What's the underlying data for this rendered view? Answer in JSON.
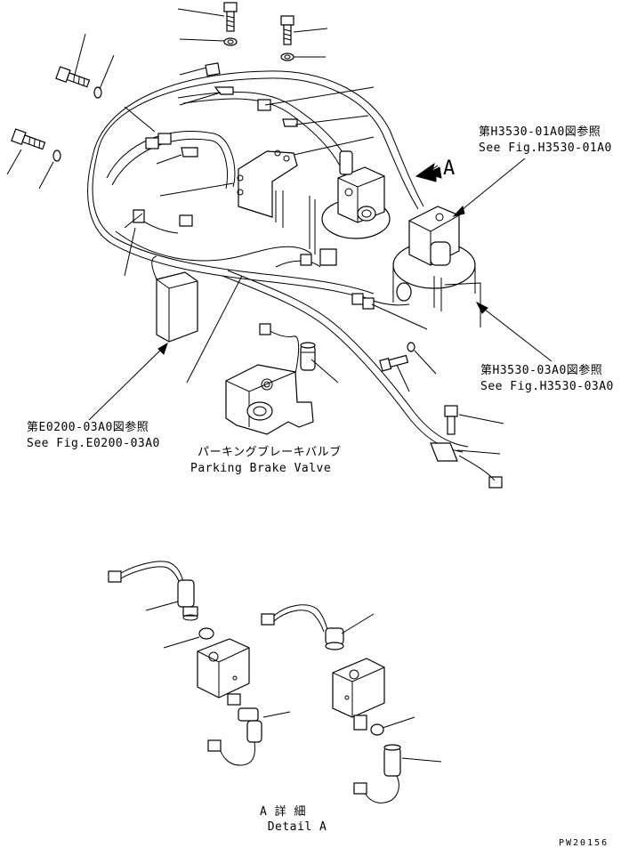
{
  "callouts": {
    "fig_h3530_01a0": {
      "jp": "第H3530-01A0図参照",
      "en": "See Fig.H3530-01A0"
    },
    "fig_h3530_03a0": {
      "jp": "第H3530-03A0図参照",
      "en": "See Fig.H3530-03A0"
    },
    "fig_e0200_03a0": {
      "jp": "第E0200-03A0図参照",
      "en": "See Fig.E0200-03A0"
    },
    "parking_brake_valve": {
      "jp": "パーキングブレーキバルブ",
      "en": "Parking Brake Valve"
    },
    "view_marker": "A"
  },
  "detail": {
    "jp": "A 詳 細",
    "en": "Detail A"
  },
  "drawing_code": "PW20156"
}
